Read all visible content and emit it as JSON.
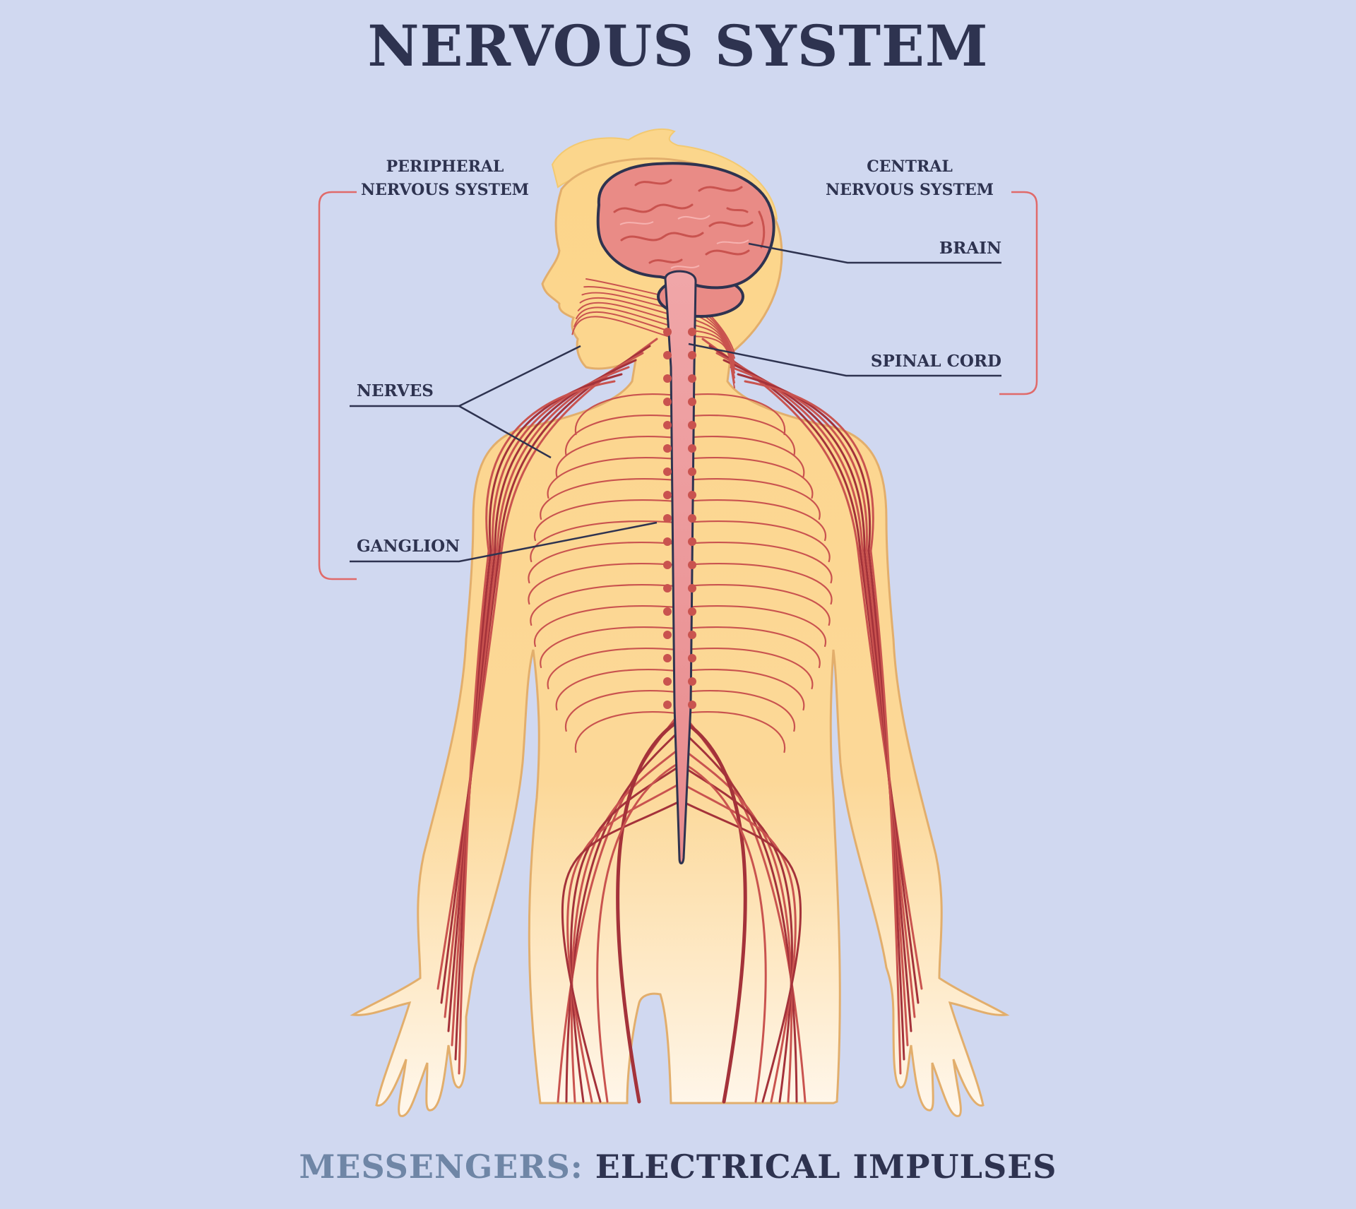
{
  "title": "NERVOUS SYSTEM",
  "groups": {
    "peripheral": {
      "line1": "PERIPHERAL",
      "line2": "NERVOUS SYSTEM"
    },
    "central": {
      "line1": "CENTRAL",
      "line2": "NERVOUS SYSTEM"
    }
  },
  "labels": {
    "brain": "BRAIN",
    "spinal_cord": "SPINAL CORD",
    "nerves": "NERVES",
    "ganglion": "GANGLION"
  },
  "footer": {
    "key": "MESSENGERS:",
    "value": "ELECTRICAL IMPULSES"
  },
  "colors": {
    "background": "#d0d8f0",
    "body_fill": "#fbd68c",
    "brain": "#e98b86",
    "nerve": "#c9534f",
    "nerve_dark": "#a4323a",
    "text": "#2e3350",
    "bracket": "#e06a6a"
  }
}
